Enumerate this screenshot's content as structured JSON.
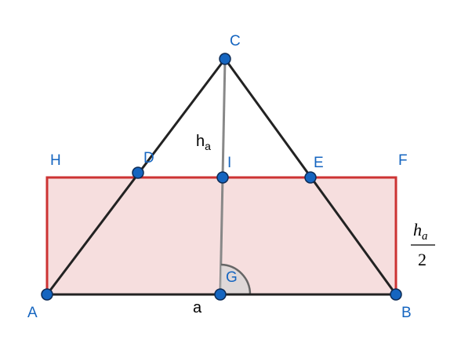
{
  "colors": {
    "triangle_stroke": "#222222",
    "rectangle_stroke": "#cc3333",
    "rectangle_fill": "#f6dede",
    "height_stroke": "#888888",
    "point_fill": "#1565c0",
    "point_label": "#1565c0",
    "angle_stroke": "#666666",
    "angle_fill": "#d0d0d0"
  },
  "points": {
    "A": "A",
    "B": "B",
    "C": "C",
    "D": "D",
    "E": "E",
    "F": "F",
    "G": "G",
    "H": "H",
    "I": "I"
  },
  "labels": {
    "height_letter": "h",
    "height_subscript": "a",
    "base": "a",
    "half_height_numerator_letter": "h",
    "half_height_numerator_subscript": "a",
    "half_height_denominator": "2"
  }
}
